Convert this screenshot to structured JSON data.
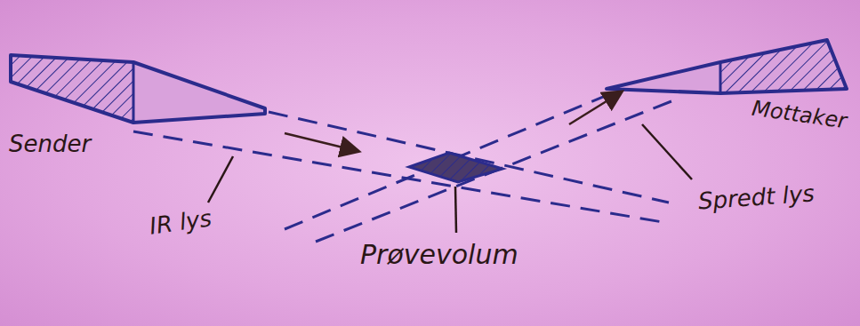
{
  "diagram": {
    "labels": [
      "Sender",
      "IR lys",
      "Prøvevolum",
      "Spredt lys",
      "Mottaker"
    ]
  }
}
